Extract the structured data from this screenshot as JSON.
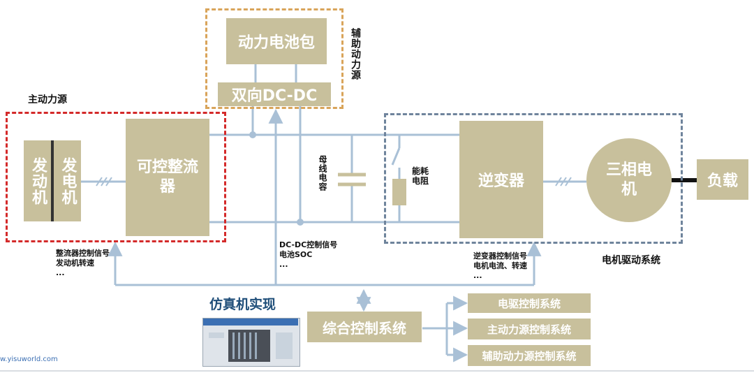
{
  "blocks": {
    "battery_pack": "动力电池包",
    "dcdc": "双向DC-DC",
    "engine": "发动机",
    "generator": "发电机",
    "rectifier": "可控整流器",
    "inverter": "逆变器",
    "motor": "三相电机",
    "load": "负载",
    "integrated_control": "综合控制系统",
    "ctrl_motor_drive": "电驱控制系统",
    "ctrl_main_power": "主动力源控制系统",
    "ctrl_aux_power": "辅助动力源控制系统"
  },
  "labels": {
    "main_power_source": "主动力源",
    "aux_power_source": "辅助动力源",
    "motor_drive_system": "电机驱动系统",
    "bus_capacitor": "母线电容",
    "braking_resistor": "能耗电阻",
    "rectifier_signals": [
      "整流器控制信号",
      "发动机转速",
      "..."
    ],
    "dcdc_signals": [
      "DC-DC控制信号",
      "电池SOC",
      "..."
    ],
    "inverter_signals": [
      "逆变器控制信号",
      "电机电流、转速",
      "..."
    ],
    "simulator": "仿真机实现",
    "watermark": "w.yisuworld.com"
  },
  "colors": {
    "block_fill": "#c8c09c",
    "wire": "#a9c0d6",
    "main_power_border": "#d42a2a",
    "aux_power_border": "#d9a45a",
    "motor_drive_border": "#6f849c",
    "simulator_title": "#1f4e79"
  }
}
